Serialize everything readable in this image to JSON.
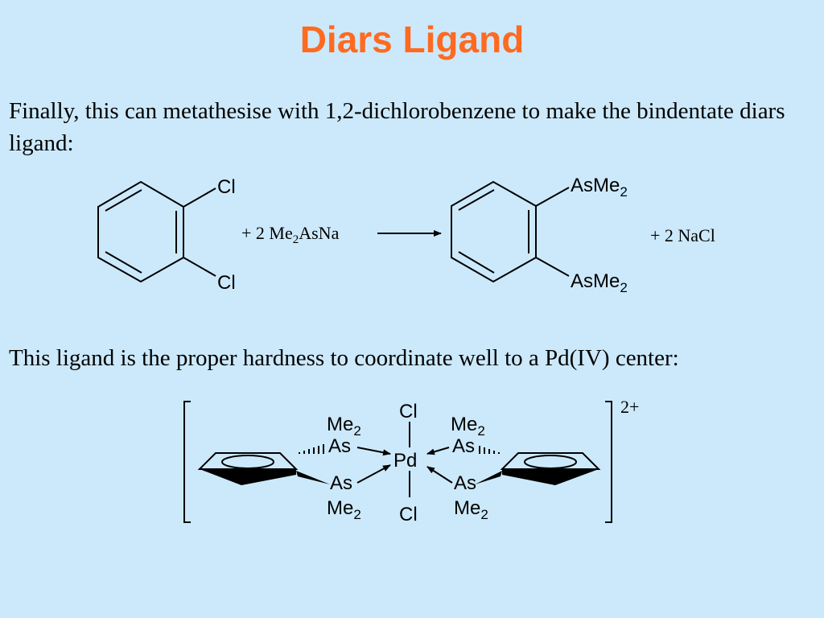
{
  "slide": {
    "title": "Diars Ligand",
    "paragraph1": "Finally, this can metathesise with 1,2-dichlorobenzene to make the bindentate diars ligand:",
    "paragraph2": "This ligand is the proper hardness to coordinate well to a Pd(IV) center:"
  },
  "reaction": {
    "reactant_sub1": "Cl",
    "reactant_sub2": "Cl",
    "reagent_prefix": "+ 2 Me",
    "reagent_subscript": "2",
    "reagent_suffix": "AsNa",
    "product_sub1": "AsMe",
    "product_sub1_subscript": "2",
    "product_sub2": "AsMe",
    "product_sub2_subscript": "2",
    "byproduct": "+ 2 NaCl"
  },
  "complex": {
    "metal": "Pd",
    "axial_top": "Cl",
    "axial_bottom": "Cl",
    "donor": "As",
    "methyl": "Me",
    "methyl_subscript": "2",
    "charge": "2+"
  }
}
